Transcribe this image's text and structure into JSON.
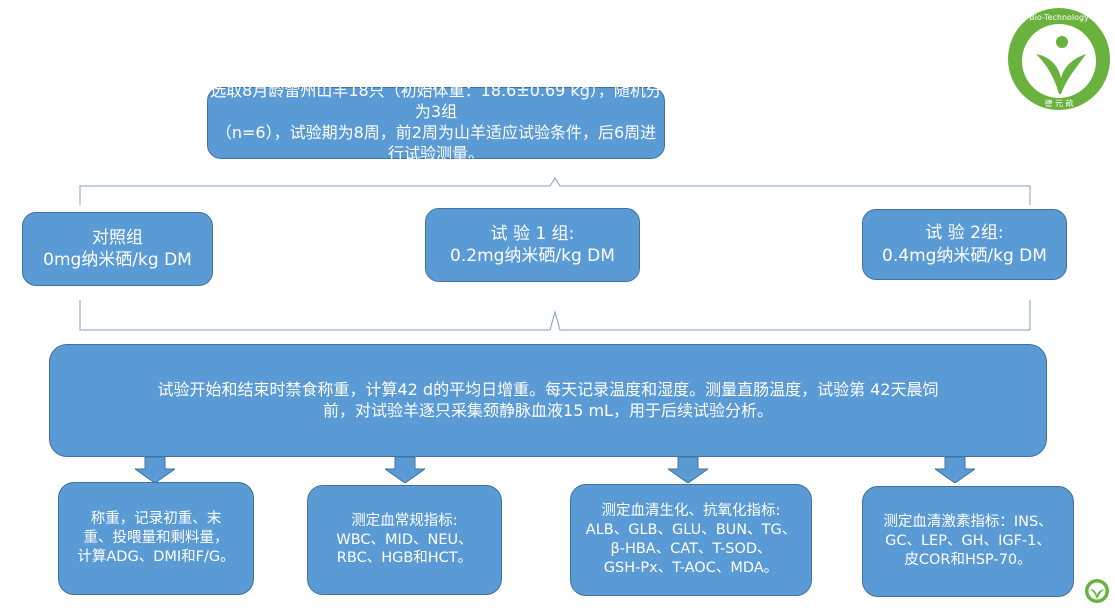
{
  "logo": {
    "arc_text": "Bio-Technology",
    "bottom_text": "德元畝",
    "color": "#6ab23e"
  },
  "intro": "选取8月龄雷州山羊18只（初始体重：18.6±0.69 kg），随机分为3组\n（n=6），试验期为8周，前2周为山羊适应试验条件，后6周进行试验测量。",
  "groups": [
    {
      "title": "对照组",
      "dose": "0mg纳米硒/kg DM"
    },
    {
      "title": "试 验 1 组:",
      "dose": "0.2mg纳米硒/kg DM"
    },
    {
      "title": "试 验 2组:",
      "dose": "0.4mg纳米硒/kg DM"
    }
  ],
  "procedure": "试验开始和结束时禁食称重，计算42 d的平均日增重。每天记录温度和湿度。测量直肠温度，试验第 42天晨饲\n前，对试验羊逐只采集颈静脉血液15 mL，用于后续试验分析。",
  "measures": [
    "称重，记录初重、末\n重、投喂量和剩料量，\n计算ADG、DMI和F/G。",
    "测定血常规指标:\nWBC、MID、NEU、\nRBC、HGB和HCT。",
    "测定血清生化、抗氧化指标:\nALB、GLB、GLU、BUN、TG、\nβ-HBA、CAT、T-SOD、\nGSH-Px、T-AOC、MDA。",
    "测定血清激素指标：INS、\nGC、LEP、GH、IGF-1、\n皮COR和HSP-70。"
  ]
}
